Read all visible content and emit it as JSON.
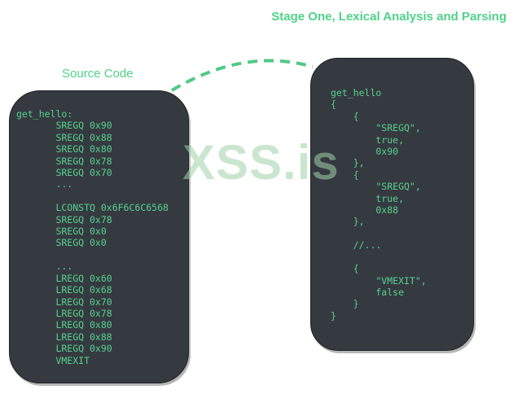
{
  "title": "Stage One, Lexical Analysis and Parsing",
  "source_panel": {
    "heading": "Source Code",
    "code": "get_hello:\n       SREGQ 0x90\n       SREGQ 0x88\n       SREGQ 0x80\n       SREGQ 0x78\n       SREGQ 0x70\n       ...\n\n       LCONSTQ 0x6F6C6C6568\n       SREGQ 0x78\n       SREGQ 0x0\n       SREGQ 0x0\n\n       ...\n       LREGQ 0x60\n       LREGQ 0x68\n       LREGQ 0x70\n       LREGQ 0x78\n       LREGQ 0x80\n       LREGQ 0x88\n       LREGQ 0x90\n       VMEXIT"
  },
  "parsed_panel": {
    "code": "get_hello\n{\n    {\n        \"SREGQ\",\n        true,\n        0x90\n    },\n    {\n        \"SREGQ\",\n        true,\n        0x88\n    },\n\n    //...\n\n    {\n        \"VMEXIT\",\n        false\n    }\n}"
  },
  "watermark": "XSS.is",
  "colors": {
    "accent": "#4fd28a",
    "panel_bg": "#353a40",
    "code_text": "#57d08e",
    "connector": "#4fc985"
  }
}
